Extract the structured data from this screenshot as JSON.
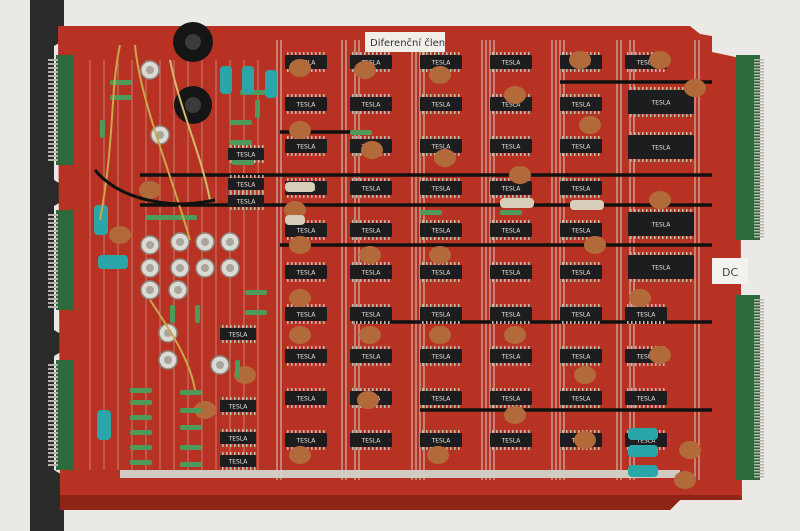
{
  "photo": {
    "board_label": "Diferenční člen",
    "corner_label": "DC",
    "chip_marking": "TESLA",
    "colors": {
      "background": "#eae9e6",
      "pcb": "#b73222",
      "pcb_dark": "#8f2416",
      "trace": "#d9d4cc",
      "chip": "#1d1d1f",
      "connector": "#2f6a3c",
      "capacitor": "#b26a3a",
      "electrolytic": "#2aa6a8",
      "bracket": "#2a2a2a",
      "heatsink": "#151515"
    }
  }
}
